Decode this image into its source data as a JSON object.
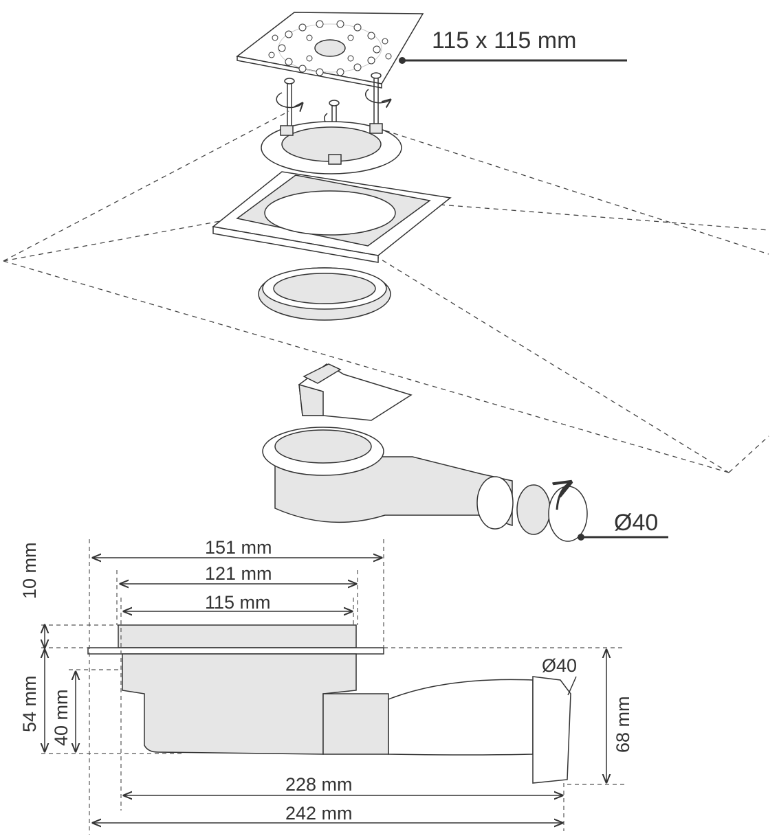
{
  "exploded_view": {
    "grate_size_label": "115 x 115 mm",
    "outlet_diameter_label": "Ø40"
  },
  "side_view": {
    "width_flange": "151 mm",
    "width_frame": "121 mm",
    "width_grate": "115 mm",
    "height_grate": "10 mm",
    "height_body": "54 mm",
    "height_inner": "40 mm",
    "height_total": "68 mm",
    "outlet_diameter": "Ø40",
    "length_inner": "228 mm",
    "length_total": "242 mm"
  }
}
